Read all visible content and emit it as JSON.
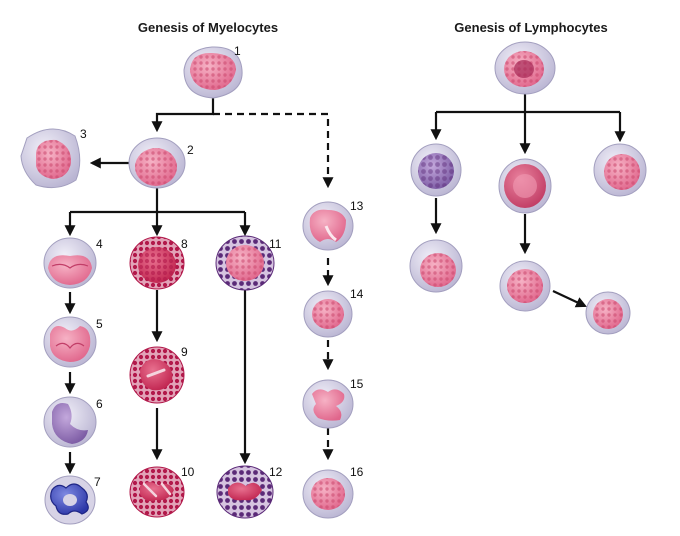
{
  "titles": {
    "myelocytes": "Genesis of Myelocytes",
    "lymphocytes": "Genesis of Lymphocytes"
  },
  "cell_numbers": [
    "1",
    "2",
    "3",
    "4",
    "5",
    "6",
    "7",
    "8",
    "9",
    "10",
    "11",
    "12",
    "13",
    "14",
    "15",
    "16"
  ],
  "colors": {
    "cell_outer": "#c7c3da",
    "nucleus_pink": "#e9799a",
    "nucleus_deep": "#cf3f68",
    "nucleus_purple": "#8d6bb0",
    "nucleus_blue": "#3f4bc0",
    "granule_red": "#b2184a",
    "granule_purple": "#5b2a78",
    "arrow": "#111111"
  }
}
